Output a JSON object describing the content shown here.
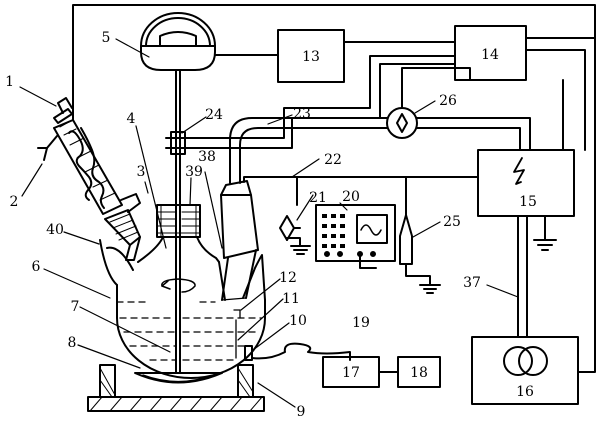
{
  "labels": {
    "l1": "1",
    "l2": "2",
    "l3": "3",
    "l4": "4",
    "l5": "5",
    "l6": "6",
    "l7": "7",
    "l8": "8",
    "l9": "9",
    "l10": "10",
    "l11": "11",
    "l12": "12",
    "l13": "13",
    "l14": "14",
    "l15": "15",
    "l16": "16",
    "l17": "17",
    "l18": "18",
    "l19": "19",
    "l20": "20",
    "l21": "21",
    "l22": "22",
    "l23": "23",
    "l24": "24",
    "l25": "25",
    "l26": "26",
    "l37": "37",
    "l38": "38",
    "l39": "39",
    "l40": "40"
  }
}
